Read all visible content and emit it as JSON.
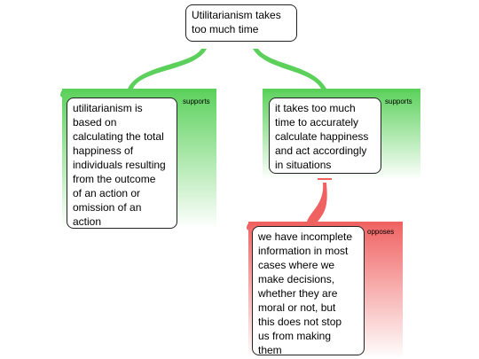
{
  "colors": {
    "supports": "#5bd15b",
    "opposes": "#f06262",
    "node_border": "#222222"
  },
  "nodes": {
    "root": {
      "text": "Utilitarianism takes\ntoo much time"
    },
    "left": {
      "text": "utilitarianism is\nbased on\ncalculating the total\nhappiness of\nindividuals resulting\nfrom the outcome\nof an action or\nomission of an\naction"
    },
    "right": {
      "text": "it takes too much\ntime to accurately\ncalculate happiness\nand act accordingly\nin situations"
    },
    "bottom": {
      "text": "we have incomplete\ninformation in most\ncases where we\nmake decisions,\nwhether they are\nmoral or not, but\nthis does not stop\nus from making\nthem"
    }
  },
  "relations": {
    "left": "supports",
    "right": "supports",
    "bottom": "opposes"
  }
}
